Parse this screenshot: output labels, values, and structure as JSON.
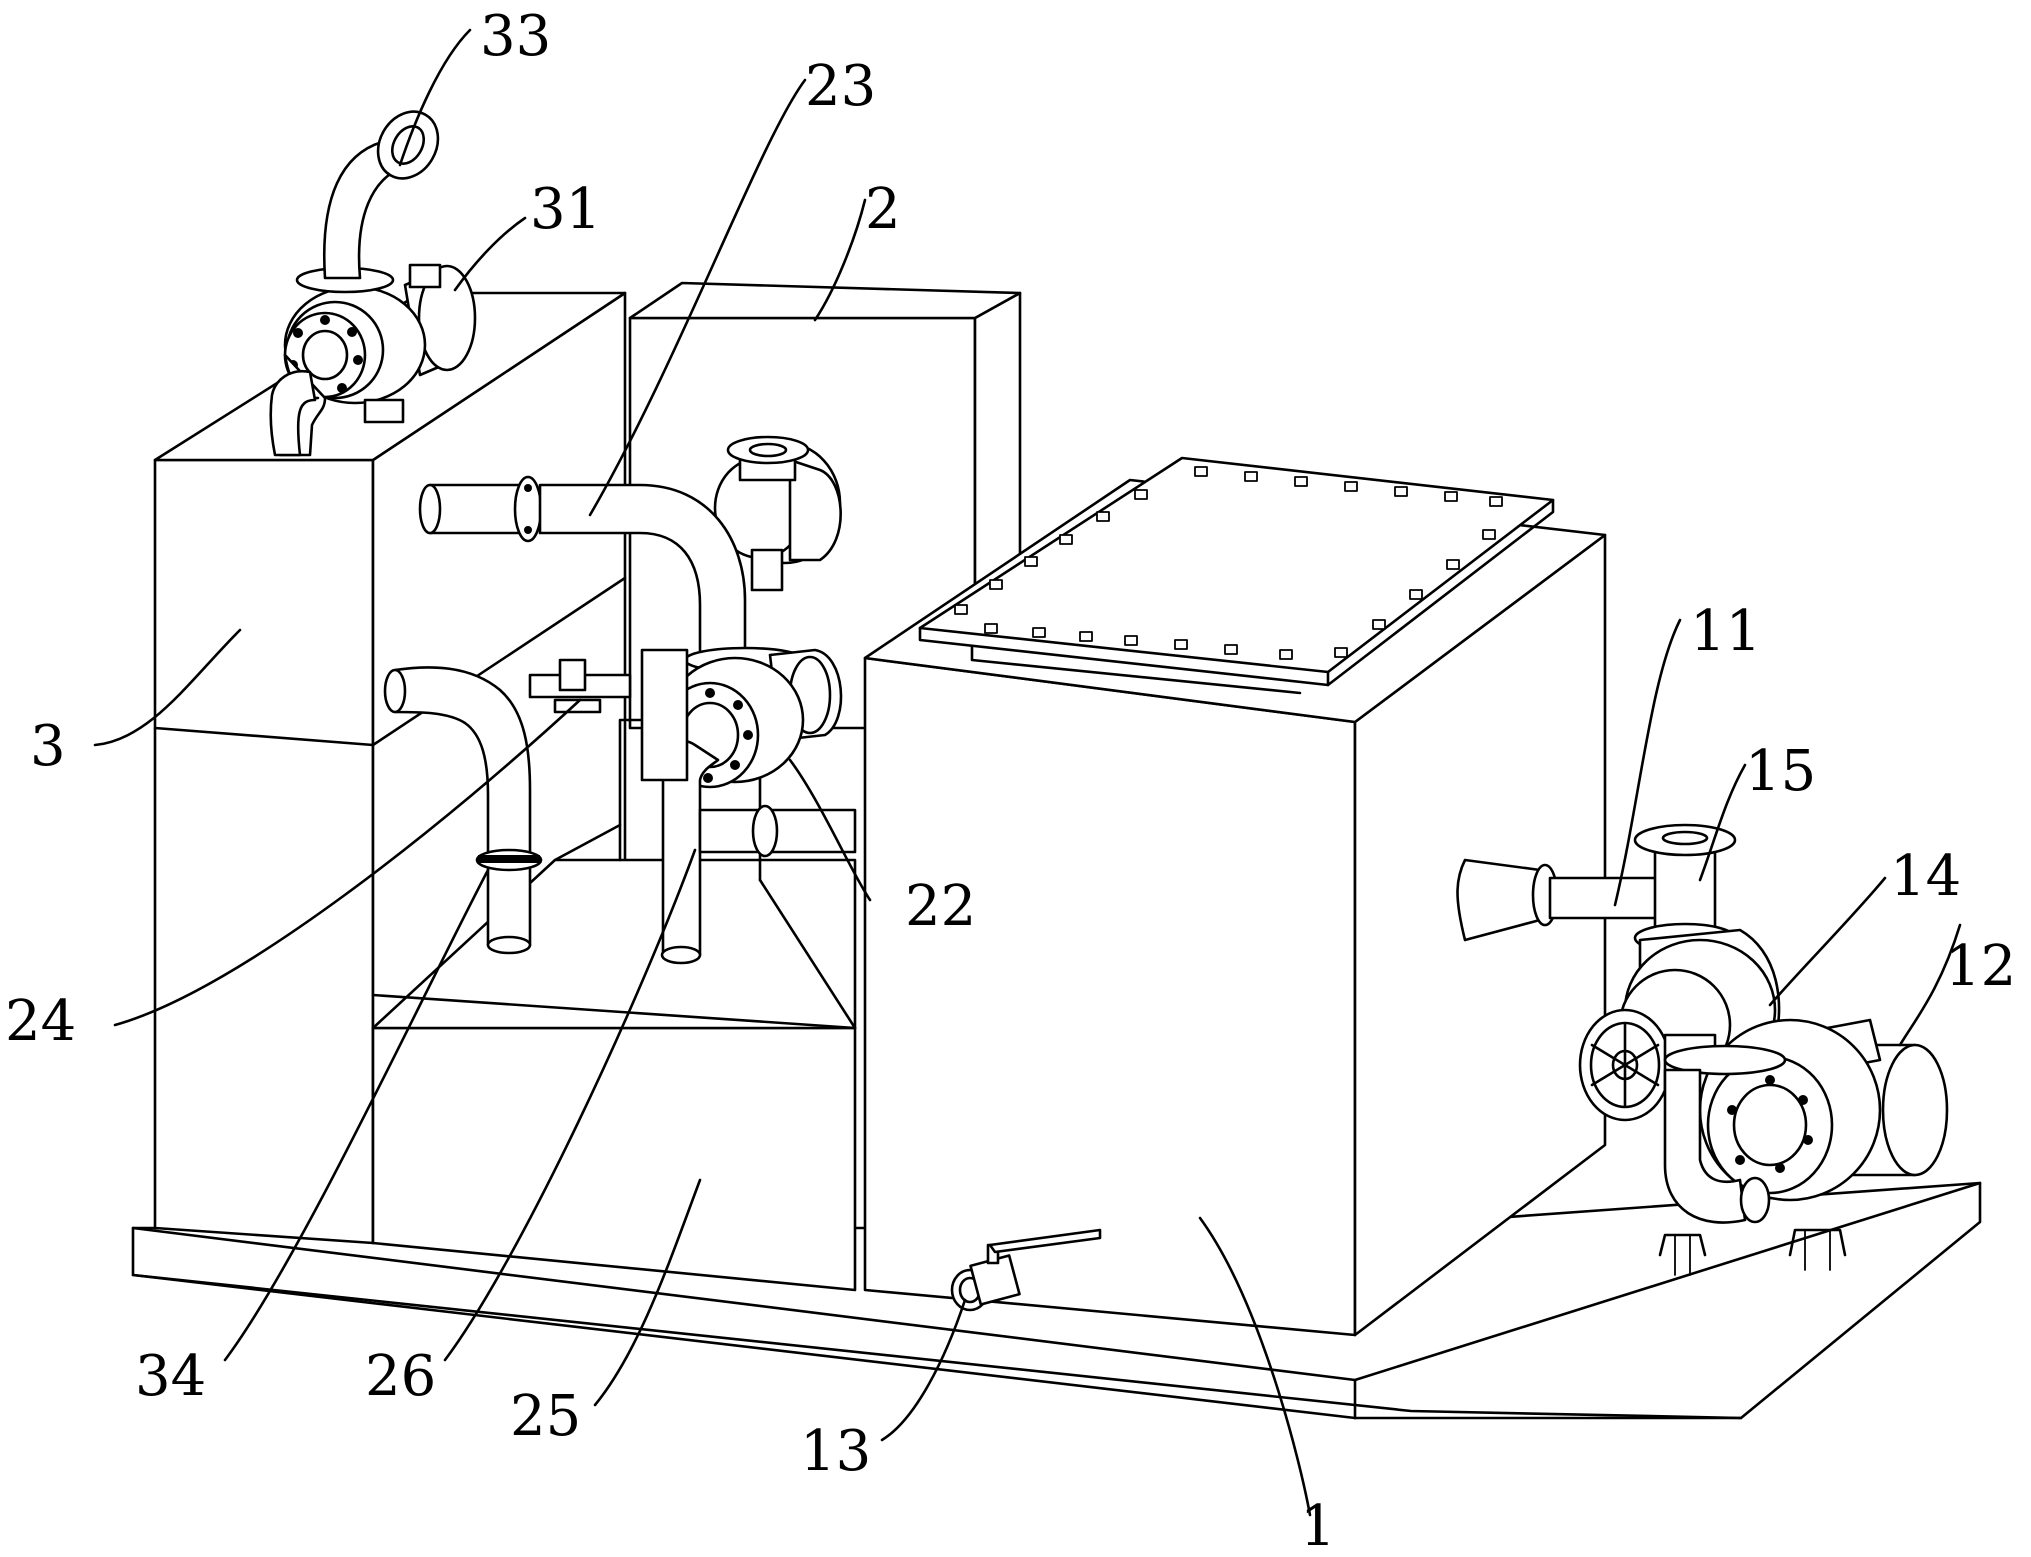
{
  "labels": {
    "l33": "33",
    "l31": "31",
    "l23": "23",
    "l2": "2",
    "l3": "3",
    "l11": "11",
    "l15": "15",
    "l14": "14",
    "l12": "12",
    "l22": "22",
    "l24": "24",
    "l34": "34",
    "l26": "26",
    "l25": "25",
    "l13": "13",
    "l1": "1"
  }
}
